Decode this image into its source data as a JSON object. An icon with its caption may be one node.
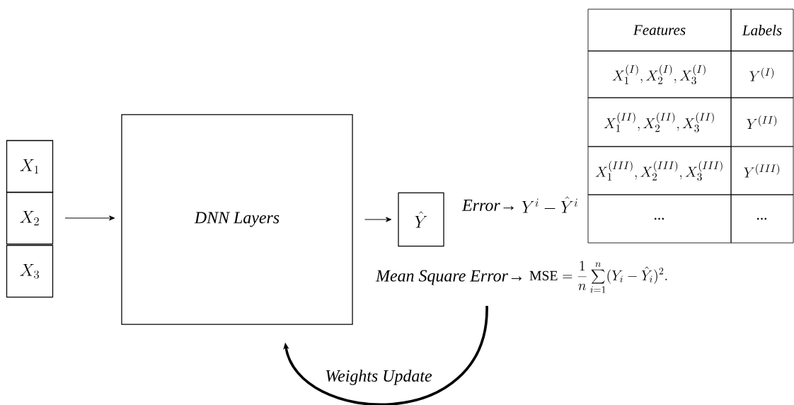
{
  "diagram": {
    "nodes": [
      {
        "text": [
          "X_1"
        ]
      },
      {
        "text": [
          "X_2"
        ]
      },
      {
        "text": [
          "X_3"
        ]
      },
      {
        "text": [
          "DNN Layers"
        ]
      },
      {
        "text": [
          "\\hat{Y}"
        ]
      }
    ],
    "edges": [
      {
        "from": 1,
        "to": 3,
        "arrow": "to"
      },
      {
        "from": 3,
        "to": 4,
        "arrow": "to"
      },
      {
        "from": null,
        "to": 3,
        "arrow": "to",
        "label": "Weights Update",
        "style": "thick"
      }
    ],
    "labels": [
      "Error→",
      "Y^{i} - \\hat{Y}^{i}",
      "Mean Square Error→",
      "\\mathrm{MSE} = \\frac{1}{n}\\sum_{i=1}^{n}(Y_i - \\hat{Y}_i)^2.",
      "Features",
      "Labels",
      "X_1^{(I)}, X_2^{(I)}, X_3^{(I)}",
      "Y^{(I)}",
      "X_1^{(II)}, X_2^{(II)}, X_3^{(II)}",
      "Y^{(II)}",
      "X_1^{(III)}, X_2^{(III)}, X_3^{(III)}",
      "Y^{(III)}",
      "...",
      "..."
    ]
  }
}
